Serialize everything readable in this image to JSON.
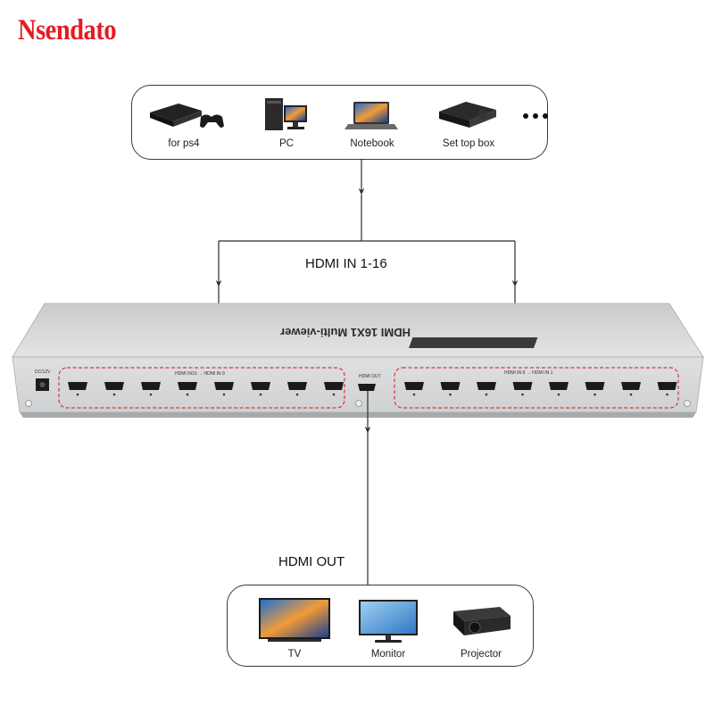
{
  "brand": "Nsendato",
  "inputs": {
    "devices": [
      {
        "label": "for ps4",
        "icon": "ps4-console-icon"
      },
      {
        "label": "PC",
        "icon": "desktop-pc-icon"
      },
      {
        "label": "Notebook",
        "icon": "laptop-icon"
      },
      {
        "label": "Set top box",
        "icon": "set-top-box-icon"
      }
    ],
    "more": "•••",
    "flow_label": "HDMI IN 1-16"
  },
  "device_panel": {
    "top_engraving": "HDMI 16X1 Multi-viewer",
    "power_label": "DC/12V",
    "group_left_label": "HDMI IN16 → HDMI IN 9",
    "group_right_label": "HDMI IN 8 → HDMI IN 1",
    "out_port_label": "HDMI OUT",
    "ports_per_group": 8
  },
  "outputs": {
    "flow_label": "HDMI OUT",
    "devices": [
      {
        "label": "TV",
        "icon": "tv-icon"
      },
      {
        "label": "Monitor",
        "icon": "monitor-icon"
      },
      {
        "label": "Projector",
        "icon": "projector-icon"
      }
    ]
  },
  "colors": {
    "brand": "#e51a23",
    "device_body": "#b5b8bb",
    "device_face": "#d9dbdd",
    "port_group_outline": "#d9363e",
    "line": "#2b2b2b"
  }
}
